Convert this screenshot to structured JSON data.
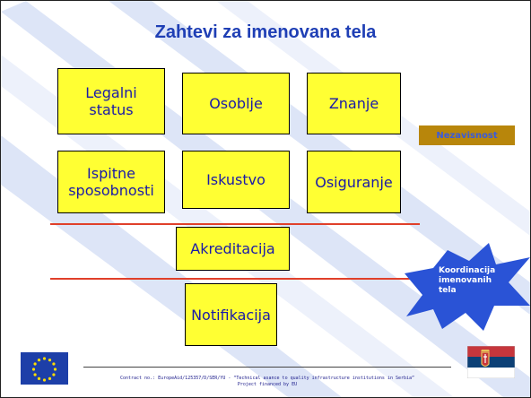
{
  "slide": {
    "title": "Zahtevi za imenovana tela",
    "row1": [
      "Legalni\nstatus",
      "Osoblje",
      "Znanje"
    ],
    "row2": [
      "Ispitne\nsposobnosti",
      "Iskustvo",
      "Osiguranje"
    ],
    "accreditation": "Akreditacija",
    "notification": "Notifikacija",
    "badge": "Nezavisnost",
    "burst_lines": [
      "Koordinacija",
      "imenovanih",
      "tela"
    ],
    "footer_line1": "Contract no.: EuropeAid/125357/D/SER/YU - “Technical asance to quality infrastructure institutions in Serbia”",
    "footer_line2": "Project financed by EU"
  },
  "icons": {
    "left_logo": "eu-flag-icon",
    "right_logo": "serbia-flag-icon"
  },
  "colors": {
    "box_fill": "#ffff33",
    "title": "#1f3fb5",
    "box_text": "#1a1aa8",
    "badge_fill": "#b8860b",
    "burst_fill": "#2a53d6",
    "divider": "#e0402a"
  }
}
